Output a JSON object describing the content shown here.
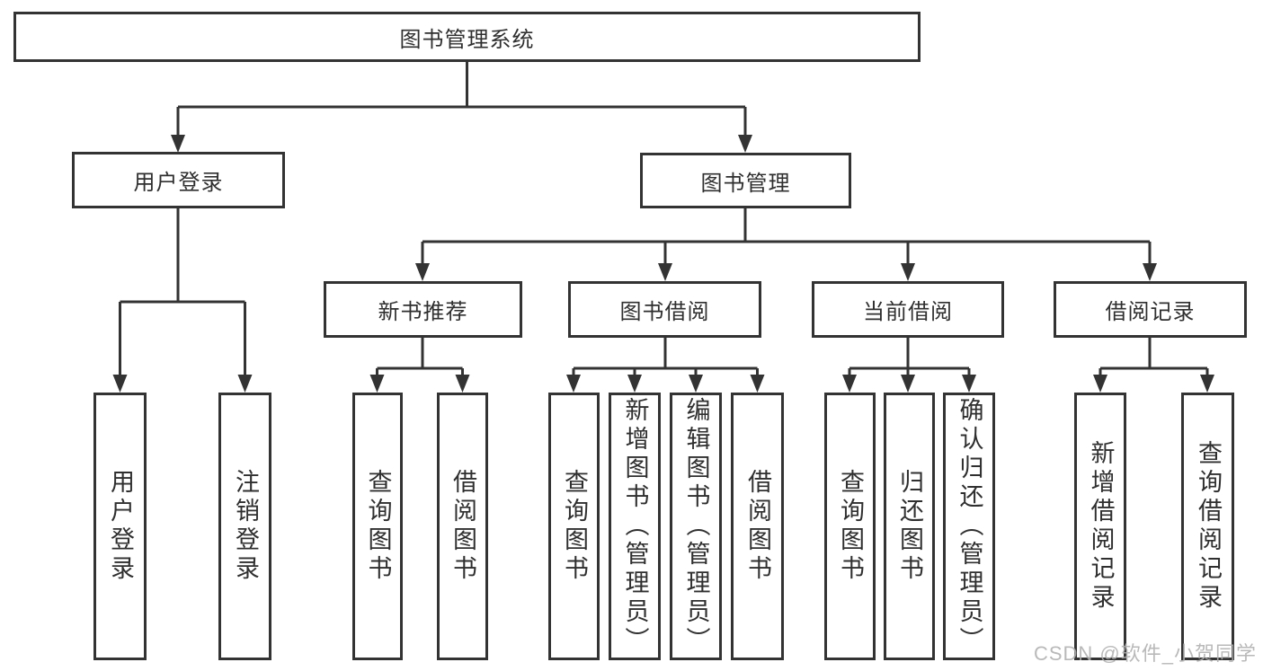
{
  "diagram_title": "图书管理系统",
  "nodes": {
    "root": {
      "label": "图书管理系统"
    },
    "user_login": {
      "label": "用户登录"
    },
    "book_mgmt": {
      "label": "图书管理"
    },
    "new_book_rec": {
      "label": "新书推荐"
    },
    "book_borrow": {
      "label": "图书借阅"
    },
    "current_borrow": {
      "label": "当前借阅"
    },
    "borrow_records": {
      "label": "借阅记录"
    },
    "login_user": {
      "label": "用户登录"
    },
    "login_logout": {
      "label": "注销登录"
    },
    "rec_query_book": {
      "label": "查询图书"
    },
    "rec_borrow_book": {
      "label": "借阅图书"
    },
    "bb_query_book": {
      "label": "查询图书"
    },
    "bb_add_book": {
      "label": "新增图书（管理员）"
    },
    "bb_edit_book": {
      "label": "编辑图书（管理员）"
    },
    "bb_borrow_book": {
      "label": "借阅图书"
    },
    "cb_query_book": {
      "label": "查询图书"
    },
    "cb_return_book": {
      "label": "归还图书"
    },
    "cb_confirm_return": {
      "label": "确认归还（管理员）"
    },
    "br_add_record": {
      "label": "新增借阅记录"
    },
    "br_query_record": {
      "label": "查询借阅记录"
    }
  },
  "edges": [
    [
      "图书管理系统",
      "用户登录"
    ],
    [
      "图书管理系统",
      "图书管理"
    ],
    [
      "用户登录",
      "用户登录"
    ],
    [
      "用户登录",
      "注销登录"
    ],
    [
      "图书管理",
      "新书推荐"
    ],
    [
      "图书管理",
      "图书借阅"
    ],
    [
      "图书管理",
      "当前借阅"
    ],
    [
      "图书管理",
      "借阅记录"
    ],
    [
      "新书推荐",
      "查询图书"
    ],
    [
      "新书推荐",
      "借阅图书"
    ],
    [
      "图书借阅",
      "查询图书"
    ],
    [
      "图书借阅",
      "新增图书（管理员）"
    ],
    [
      "图书借阅",
      "编辑图书（管理员）"
    ],
    [
      "图书借阅",
      "借阅图书"
    ],
    [
      "当前借阅",
      "查询图书"
    ],
    [
      "当前借阅",
      "归还图书"
    ],
    [
      "当前借阅",
      "确认归还（管理员）"
    ],
    [
      "借阅记录",
      "新增借阅记录"
    ],
    [
      "借阅记录",
      "查询借阅记录"
    ]
  ],
  "watermark": {
    "text": "CSDN @软件_小贺同学"
  },
  "colors": {
    "line": "#333333",
    "text": "#2f2f2f",
    "box_background": "#ffffff",
    "watermark": "#b0b0b0",
    "background": "#ffffff"
  }
}
